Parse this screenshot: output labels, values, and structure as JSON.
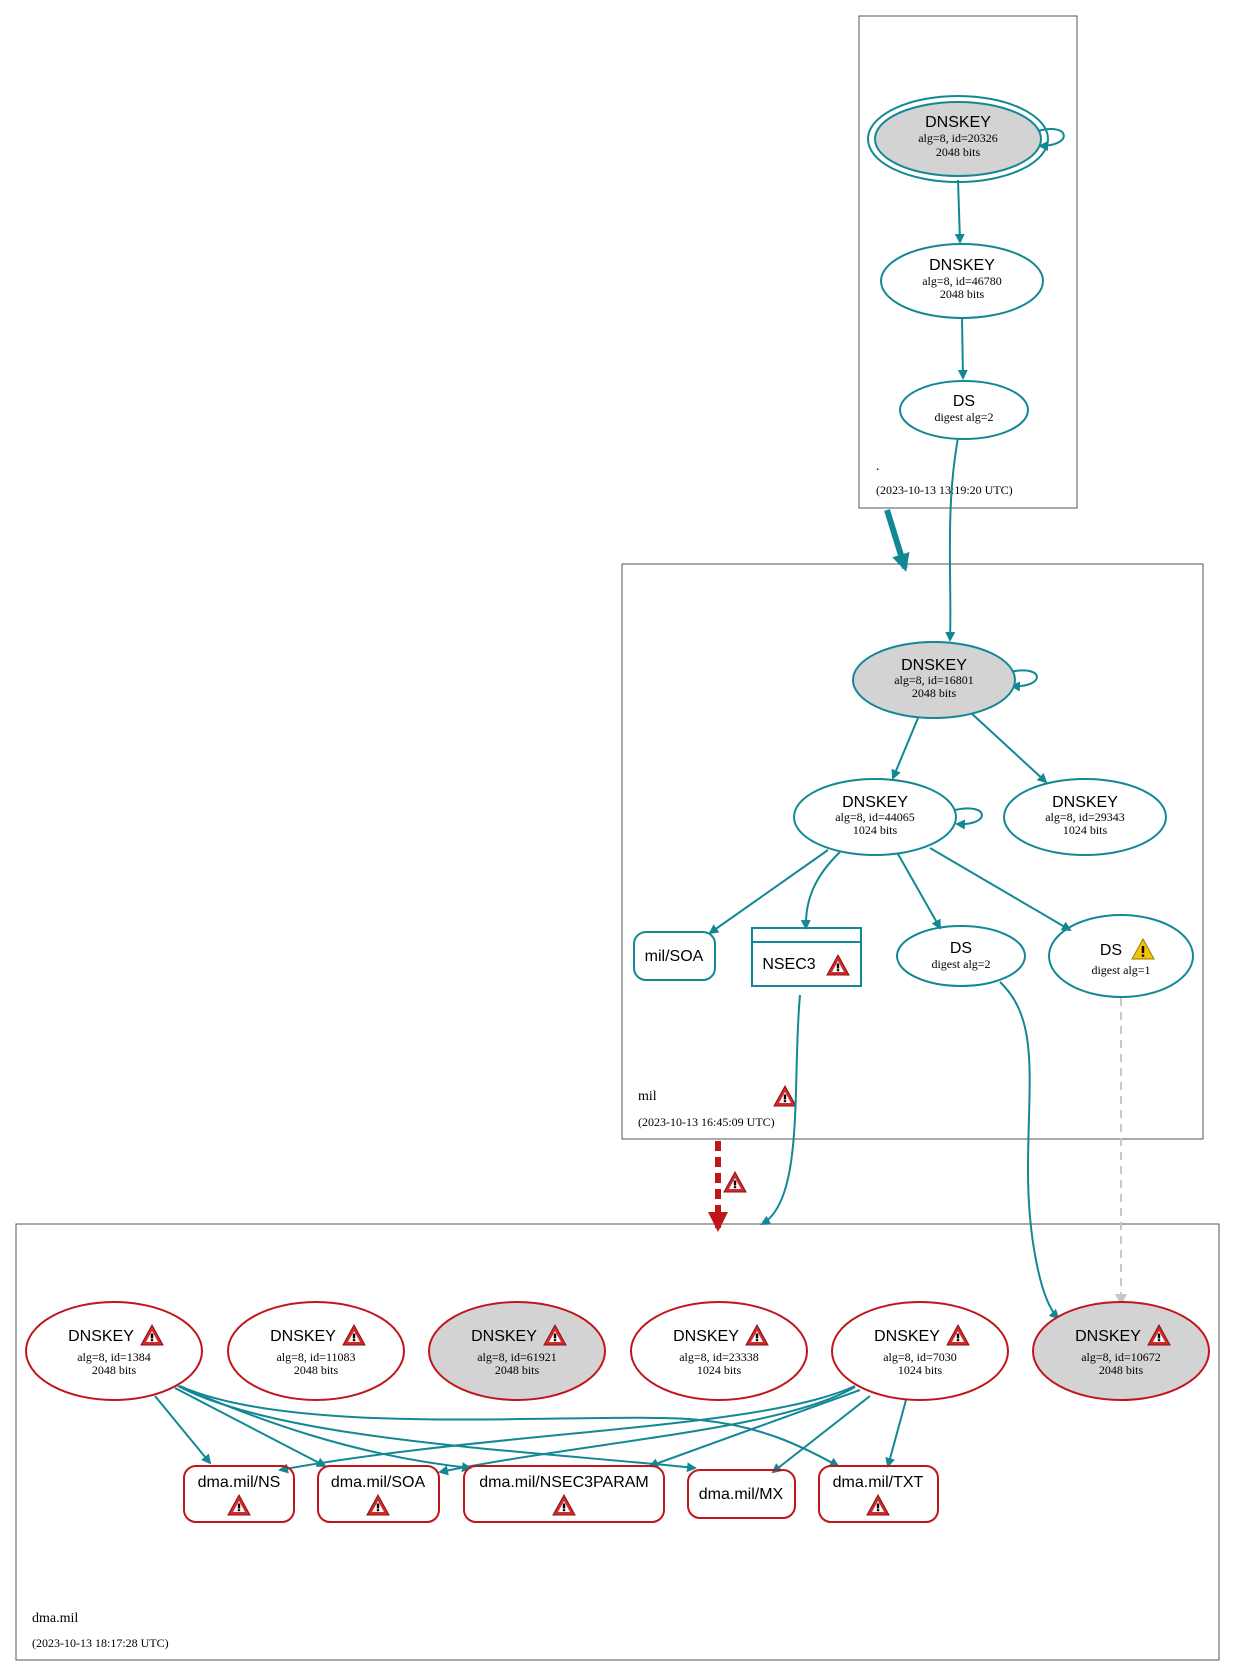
{
  "colors": {
    "teal": "#128895",
    "red": "#C0161B",
    "gray_fill": "#D3D3D3",
    "warn_red": "#D12A2A",
    "warn_yellow": "#F4C20D",
    "dashed_gray": "#C8C8C8"
  },
  "zones": {
    "root": {
      "label": ".",
      "timestamp": "(2023-10-13 13:19:20 UTC)"
    },
    "mil": {
      "label": "mil",
      "timestamp": "(2023-10-13 16:45:09 UTC)"
    },
    "dma": {
      "label": "dma.mil",
      "timestamp": "(2023-10-13 18:17:28 UTC)"
    }
  },
  "nodes": {
    "root_ksk": {
      "title": "DNSKEY",
      "line1": "alg=8, id=20326",
      "line2": "2048 bits"
    },
    "root_zsk": {
      "title": "DNSKEY",
      "line1": "alg=8, id=46780",
      "line2": "2048 bits"
    },
    "root_ds": {
      "title": "DS",
      "line1": "digest alg=2"
    },
    "mil_ksk": {
      "title": "DNSKEY",
      "line1": "alg=8, id=16801",
      "line2": "2048 bits"
    },
    "mil_zsk1": {
      "title": "DNSKEY",
      "line1": "alg=8, id=44065",
      "line2": "1024 bits"
    },
    "mil_zsk2": {
      "title": "DNSKEY",
      "line1": "alg=8, id=29343",
      "line2": "1024 bits"
    },
    "mil_soa": {
      "title": "mil/SOA"
    },
    "mil_nsec3": {
      "title": "NSEC3"
    },
    "mil_ds2": {
      "title": "DS",
      "line1": "digest alg=2"
    },
    "mil_ds1": {
      "title": "DS",
      "line1": "digest alg=1"
    },
    "dma_k1384": {
      "title": "DNSKEY",
      "line1": "alg=8, id=1384",
      "line2": "2048 bits"
    },
    "dma_k11083": {
      "title": "DNSKEY",
      "line1": "alg=8, id=11083",
      "line2": "2048 bits"
    },
    "dma_k61921": {
      "title": "DNSKEY",
      "line1": "alg=8, id=61921",
      "line2": "2048 bits"
    },
    "dma_k23338": {
      "title": "DNSKEY",
      "line1": "alg=8, id=23338",
      "line2": "1024 bits"
    },
    "dma_k7030": {
      "title": "DNSKEY",
      "line1": "alg=8, id=7030",
      "line2": "1024 bits"
    },
    "dma_k10672": {
      "title": "DNSKEY",
      "line1": "alg=8, id=10672",
      "line2": "2048 bits"
    },
    "dma_ns": {
      "title": "dma.mil/NS"
    },
    "dma_soa": {
      "title": "dma.mil/SOA"
    },
    "dma_nsec3param": {
      "title": "dma.mil/NSEC3PARAM"
    },
    "dma_mx": {
      "title": "dma.mil/MX"
    },
    "dma_txt": {
      "title": "dma.mil/TXT"
    }
  }
}
